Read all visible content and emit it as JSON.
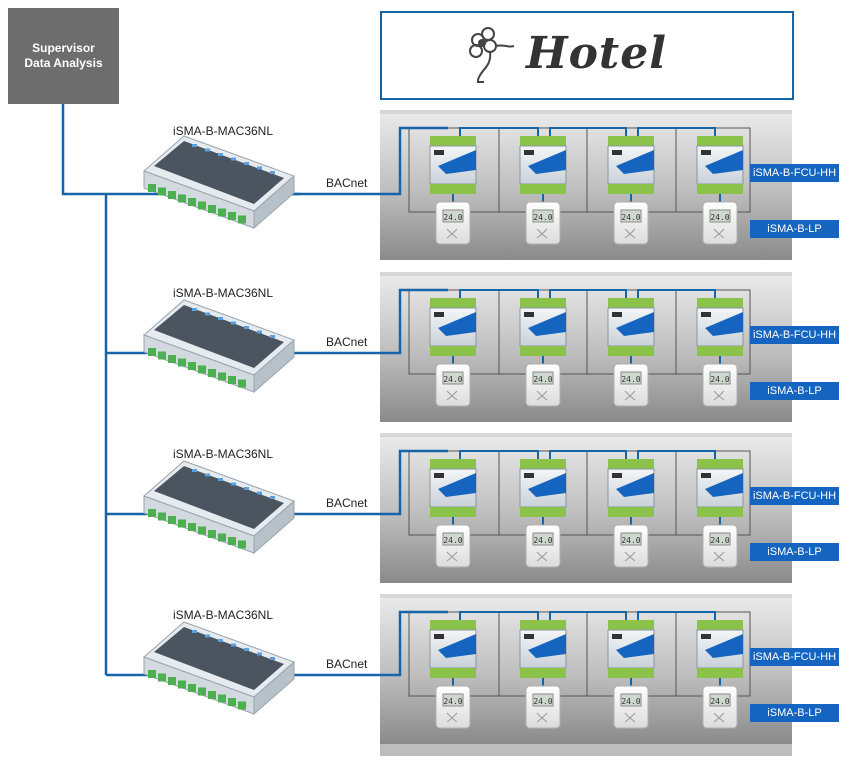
{
  "supervisor": {
    "line1": "Supervisor",
    "line2": "Data Analysis"
  },
  "hotel": {
    "title": "Hotel"
  },
  "colors": {
    "bus": "#1565a8",
    "tag": "#1565c0",
    "supervisor": "#6d6d6d",
    "floor_top": "#e9e9e9",
    "floor_bottom": "#8c8c8c"
  },
  "floors": [
    {
      "controller": "iSMA-B-MAC36NL",
      "network": "BACnet",
      "fcu_tag": "iSMA-B-FCU-HH",
      "lp_tag": "iSMA-B-LP"
    },
    {
      "controller": "iSMA-B-MAC36NL",
      "network": "BACnet",
      "fcu_tag": "iSMA-B-FCU-HH",
      "lp_tag": "iSMA-B-LP"
    },
    {
      "controller": "iSMA-B-MAC36NL",
      "network": "BACnet",
      "fcu_tag": "iSMA-B-FCU-HH",
      "lp_tag": "iSMA-B-LP"
    },
    {
      "controller": "iSMA-B-MAC36NL",
      "network": "BACnet",
      "fcu_tag": "iSMA-B-FCU-HH",
      "lp_tag": "iSMA-B-LP"
    }
  ],
  "thermostat_display": "24.0"
}
